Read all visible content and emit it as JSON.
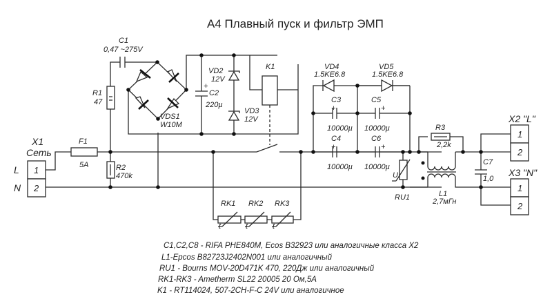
{
  "title": "А4 Плавный пуск и фильтр ЭМП",
  "components": {
    "X1": {
      "ref": "X1",
      "name": "Сеть",
      "pins": [
        "1",
        "2"
      ],
      "line_labels": [
        "L",
        "N"
      ]
    },
    "F1": {
      "ref": "F1",
      "value": "5A"
    },
    "R1": {
      "ref": "R1",
      "value": "47"
    },
    "R2": {
      "ref": "R2",
      "value": "470k"
    },
    "C1": {
      "ref": "C1",
      "value": "0,47 ~275V"
    },
    "VDS1": {
      "ref": "VDS1",
      "value": "W10M"
    },
    "C2": {
      "ref": "C2",
      "value": "220µ",
      "polarity": "+"
    },
    "VD2": {
      "ref": "VD2",
      "value": "12V"
    },
    "VD3": {
      "ref": "VD3",
      "value": "12V"
    },
    "K1": {
      "ref": "K1"
    },
    "VD4": {
      "ref": "VD4",
      "value": "1.5KE6.8"
    },
    "VD5": {
      "ref": "VD5",
      "value": "1.5KE6.8"
    },
    "C3": {
      "ref": "C3",
      "value": "10000µ",
      "polarity": "+"
    },
    "C4": {
      "ref": "C4",
      "value": "10000µ",
      "polarity": "+"
    },
    "C5": {
      "ref": "C5",
      "value": "10000µ",
      "polarity": "+"
    },
    "C6": {
      "ref": "C6",
      "value": "10000µ",
      "polarity": "+"
    },
    "RU1": {
      "ref": "RU1",
      "symbol": "U"
    },
    "R3": {
      "ref": "R3",
      "value": "2,2k"
    },
    "L1": {
      "ref": "L1",
      "value": "2,7мГн"
    },
    "C7": {
      "ref": "C7",
      "value": "1,0"
    },
    "X2": {
      "ref": "X2 \"L\"",
      "pins": [
        "1",
        "2"
      ]
    },
    "X3": {
      "ref": "X3 \"N\"",
      "pins": [
        "1",
        "2"
      ]
    },
    "RK1": {
      "ref": "RK1",
      "symbol": "t"
    },
    "RK2": {
      "ref": "RK2",
      "symbol": "t"
    },
    "RK3": {
      "ref": "RK3",
      "symbol": "t"
    }
  },
  "notes": [
    "C1,C2,C8 - RIFA PHE840M, Ecos B32923 или аналогичные класса X2",
    "L1-Epcos B82723J2402N001 или аналогичный",
    "RU1 - Bourns MOV-20D471K 470, 220Дж или аналогичный",
    "RK1-RK3 - Ametherm SL22 20005 20 Ом,5A",
    "K1 - RT114024, 507-2CH-F-C 24V или аналогичное"
  ]
}
